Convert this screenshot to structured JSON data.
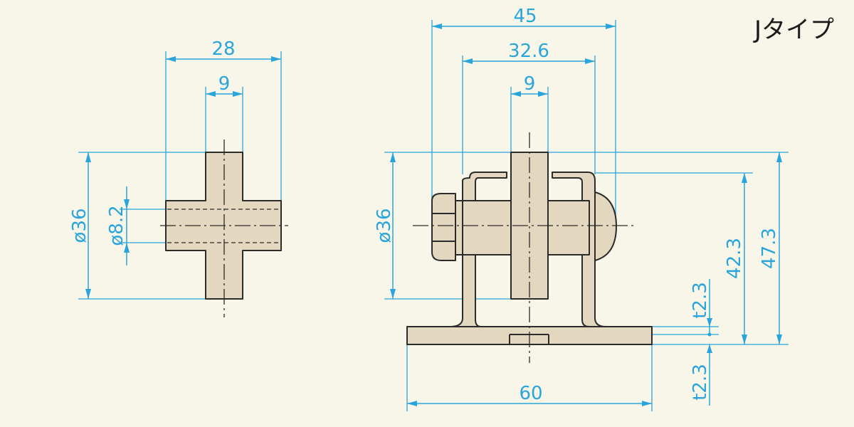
{
  "title": "Jタイプ",
  "colors": {
    "background": "#f8f5e9",
    "dimension": "#2aa5dc",
    "part_fill": "#e3d7bf",
    "outline": "#2b2b2b"
  },
  "left_view": {
    "dims": {
      "overall_width": "28",
      "center_width": "9",
      "outer_dia": "ø36",
      "bore_dia": "ø8.2"
    }
  },
  "right_view": {
    "dims": {
      "overall_width": "45",
      "bracket_width": "32.6",
      "center_width": "9",
      "outer_dia": "ø36",
      "base_length": "60",
      "height_axis": "42.3",
      "height_total": "47.3",
      "thickness_upper": "t2.3",
      "thickness_lower": "t2.3"
    }
  }
}
